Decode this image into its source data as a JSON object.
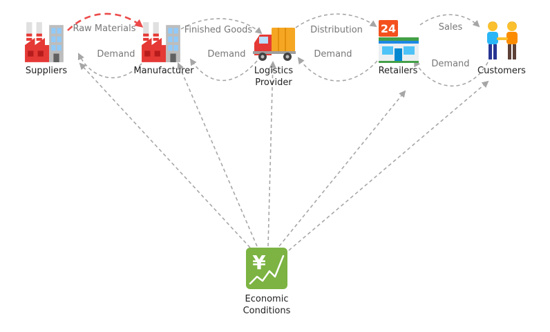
{
  "nodes": {
    "suppliers": {
      "label": "Suppliers",
      "icon": "factory-icon"
    },
    "manufacturer": {
      "label": "Manufacturer",
      "icon": "factory-icon"
    },
    "logistics": {
      "label_line1": "Logistics",
      "label_line2": "Provider",
      "icon": "delivery-truck-icon"
    },
    "retailers": {
      "label": "Retailers",
      "icon": "convenience-store-icon",
      "sign": "24"
    },
    "customers": {
      "label": "Customers",
      "icon": "people-holding-hands-icon"
    },
    "economic": {
      "label_line1": "Economic",
      "label_line2": "Conditions",
      "icon": "yen-chart-icon",
      "symbol": "¥"
    }
  },
  "edges": {
    "raw_materials": "Raw Materials",
    "finished_goods": "Finished Goods",
    "distribution": "Distribution",
    "sales": "Sales",
    "demand_manufacturer_suppliers": "Demand",
    "demand_logistics_manufacturer": "Demand",
    "demand_retailers_logistics": "Demand",
    "demand_customers_retailers": "Demand"
  },
  "colors": {
    "edge": "#a6a6a6",
    "highlight_edge": "#ec4a4a",
    "factory_red": "#e53935",
    "truck_cargo": "#f5a623",
    "store_green": "#43a047",
    "economic_green": "#7cb342"
  }
}
